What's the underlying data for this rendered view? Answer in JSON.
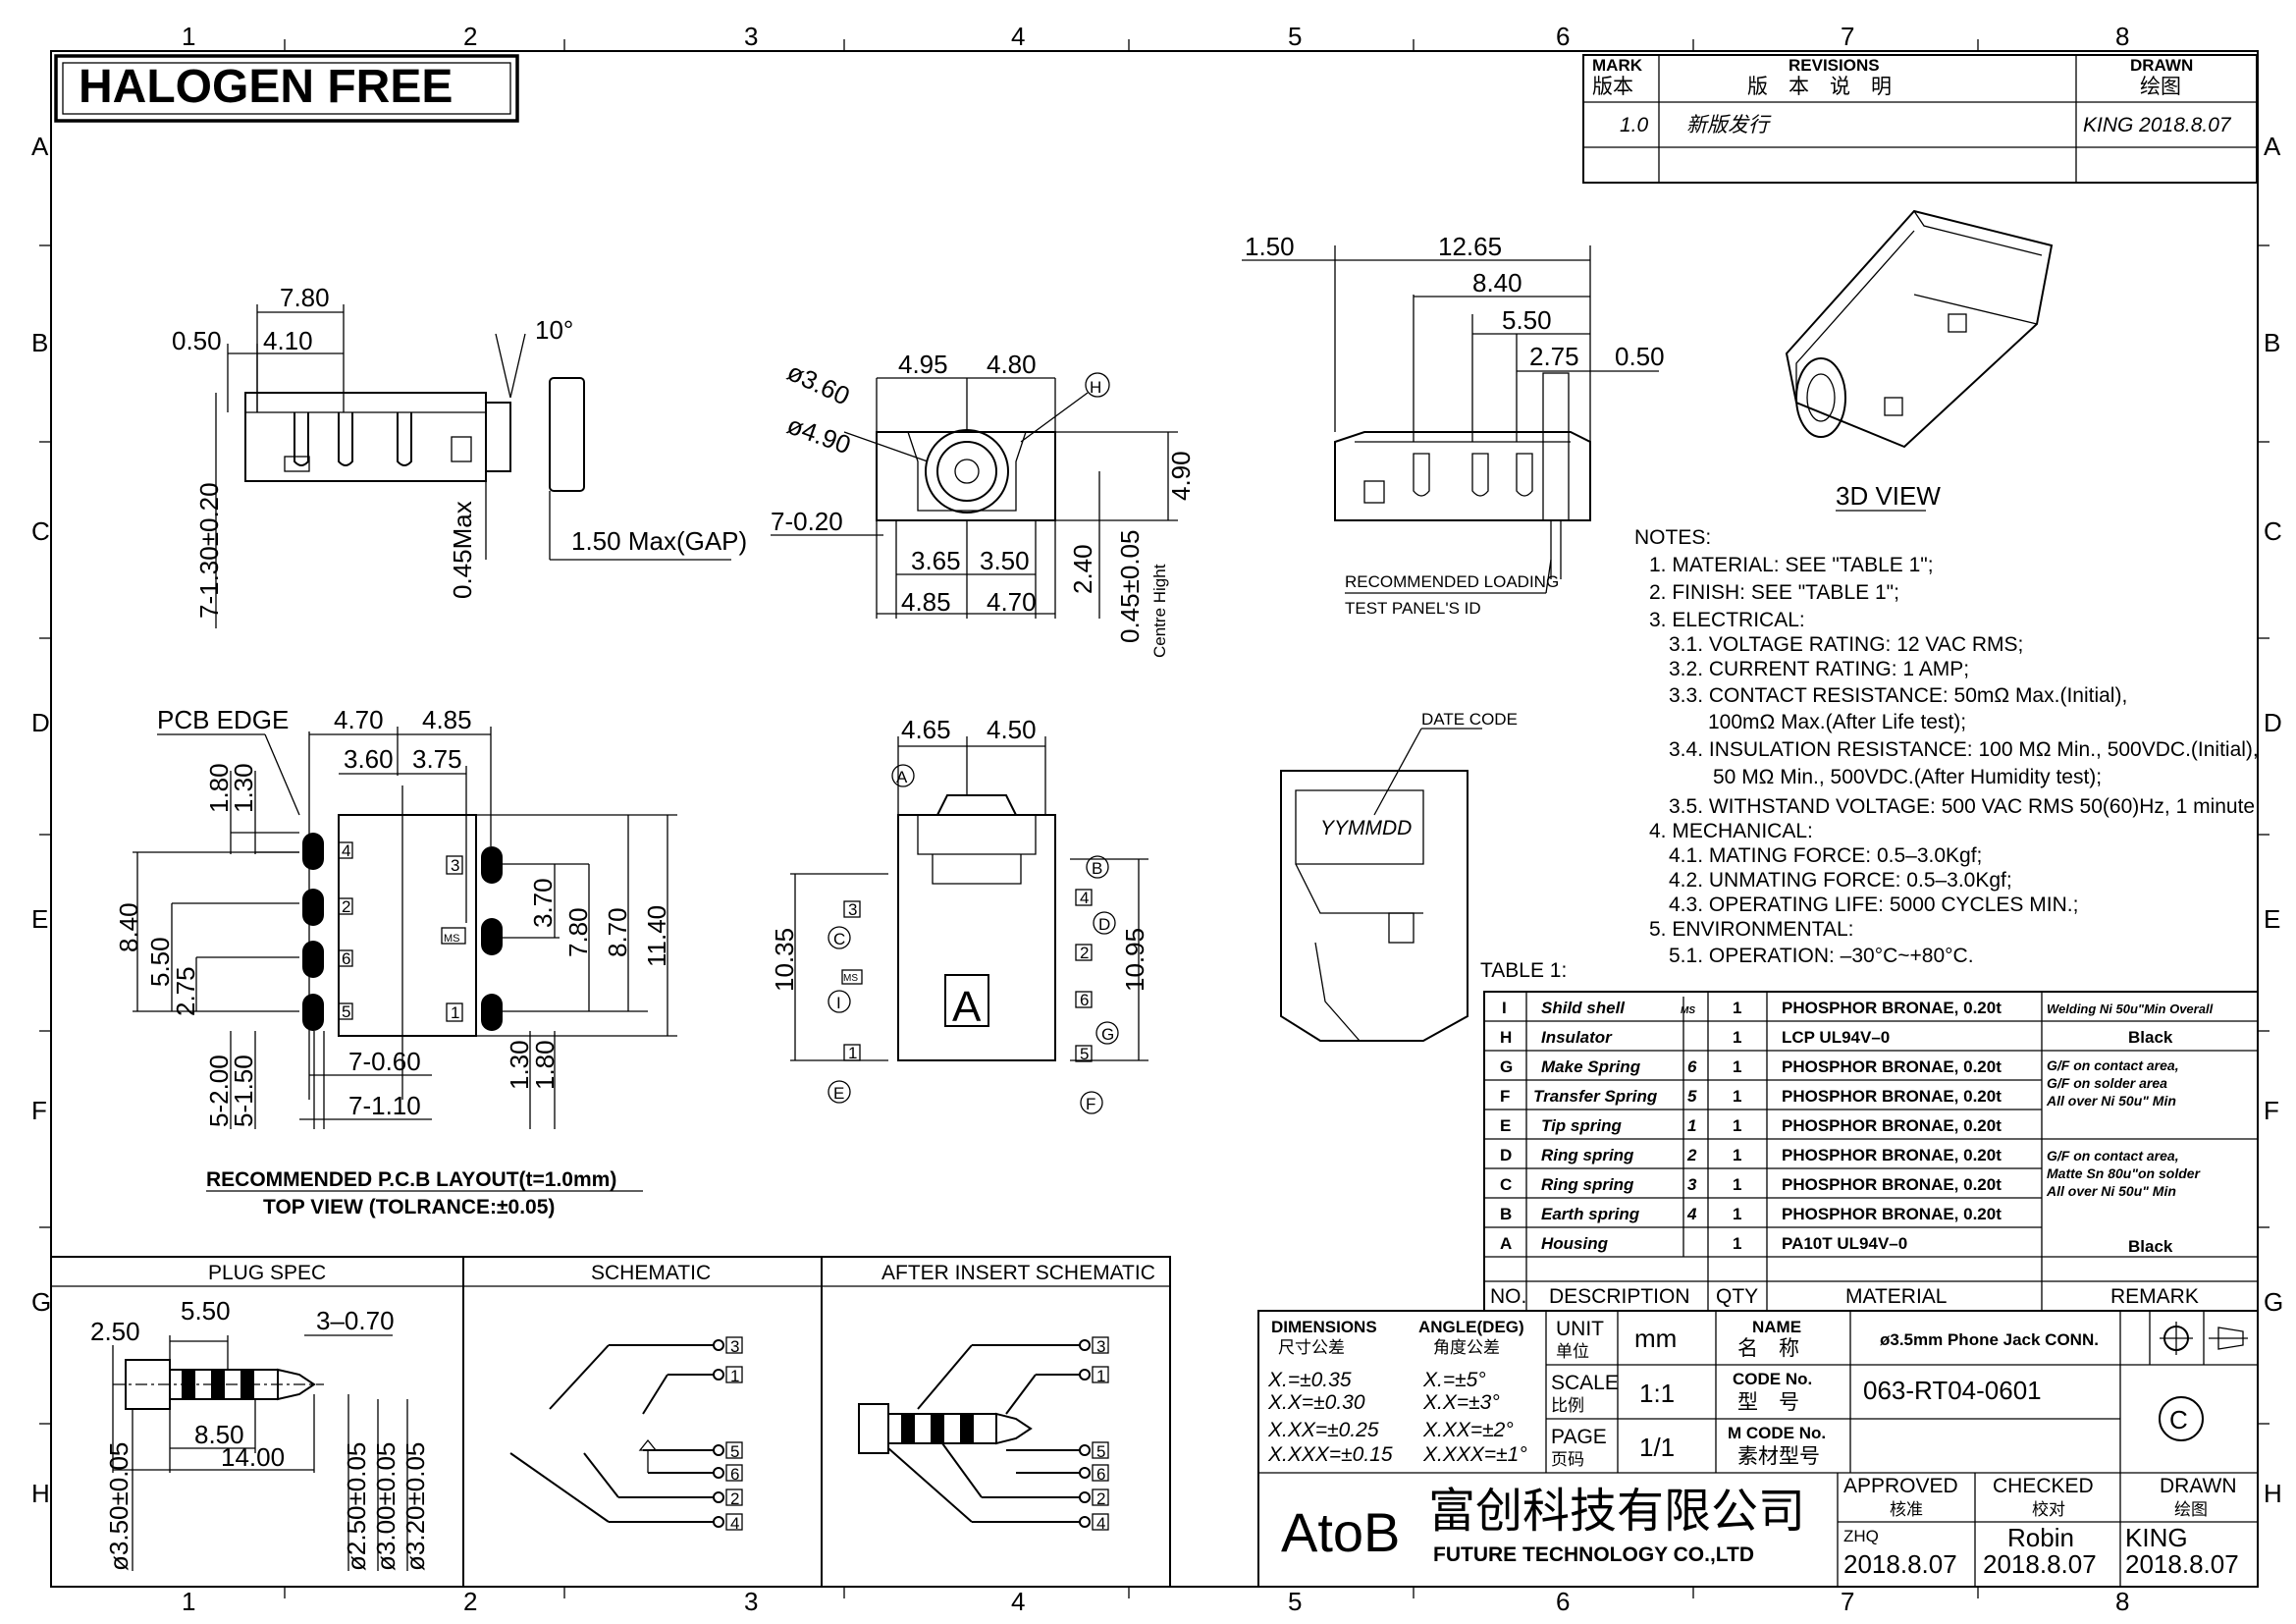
{
  "badge": "HALOGEN FREE",
  "grid": {
    "cols": [
      "1",
      "2",
      "3",
      "4",
      "5",
      "6",
      "7",
      "8"
    ],
    "rows": [
      "A",
      "B",
      "C",
      "D",
      "E",
      "F",
      "G",
      "H"
    ]
  },
  "revision": {
    "h_mark": "MARK",
    "h_mark_cn": "版本",
    "h_rev": "REVISIONS",
    "h_rev_cn": "版　本　说　明",
    "h_drawn": "DRAWN",
    "h_drawn_cn": "绘图",
    "mark": "1.0",
    "desc": "新版发行",
    "drawn": "KING 2018.8.07"
  },
  "side_view": {
    "d1": "7.80",
    "d2": "0.50",
    "d3": "4.10",
    "angle": "10°",
    "d4": "7-1.30±0.20",
    "d5": "0.45Max",
    "d6": "1.50 Max(GAP)"
  },
  "front_view": {
    "d1": "ø3.60",
    "d2": "ø4.90",
    "d3": "4.95",
    "d4": "4.80",
    "d5": "7-0.20",
    "d6": "3.65",
    "d7": "3.50",
    "d8": "4.85",
    "d9": "4.70",
    "d10": "4.90",
    "d11": "2.40",
    "d12": "0.45±0.05",
    "d13": "Centre Hight",
    "h": "H"
  },
  "top_view": {
    "d1": "1.50",
    "d2": "12.65",
    "d3": "8.40",
    "d4": "5.50",
    "d5": "2.75",
    "d6": "0.50",
    "note1": "RECOMMENDED LOADING",
    "note2": "TEST PANEL'S ID"
  },
  "view3d": "3D VIEW",
  "pcb": {
    "edge": "PCB EDGE",
    "d1": "4.70",
    "d2": "4.85",
    "d3": "3.60",
    "d4": "3.75",
    "d5": "1.80",
    "d6": "1.30",
    "d7": "8.40",
    "d8": "5.50",
    "d9": "2.75",
    "d10": "3.70",
    "d11": "7.80",
    "d12": "8.70",
    "d13": "11.40",
    "d14": "7-0.60",
    "d15": "7-1.10",
    "d16": "5-2.00",
    "d17": "5-1.50",
    "d18": "1.30",
    "d19": "1.80",
    "title": "RECOMMENDED  P.C.B  LAYOUT(t=1.0mm)",
    "sub": "TOP  VIEW  (TOLRANCE:±0.05)",
    "pins_left": [
      "4",
      "2",
      "6",
      "5"
    ],
    "pins_right": [
      "3",
      "MS",
      "1"
    ]
  },
  "bottom_view": {
    "d1": "4.65",
    "d2": "4.50",
    "d3": "10.35",
    "d4": "10.95",
    "big": "A",
    "labels": [
      "A",
      "B",
      "C",
      "D",
      "E",
      "F",
      "G",
      "I"
    ],
    "pins": [
      "3",
      "MS",
      "1",
      "4",
      "2",
      "6",
      "5"
    ]
  },
  "datecode": {
    "title": "DATE CODE",
    "text": "YYMMDD"
  },
  "notes": {
    "title": "NOTES:",
    "lines": [
      "1.  MATERIAL:  SEE  \"TABLE 1\";",
      "2.  FINISH:  SEE  \"TABLE 1\";",
      "3.  ELECTRICAL:",
      "3.1.  VOLTAGE  RATING:  12  VAC  RMS;",
      "3.2.  CURRENT  RATING:  1  AMP;",
      "3.3.  CONTACT  RESISTANCE:  50mΩ  Max.(Initial),",
      "100mΩ  Max.(After  Life  test);",
      "3.4.  INSULATION  RESISTANCE:  100  MΩ  Min.,  500VDC.(Initial),",
      "50  MΩ  Min.,  500VDC.(After  Humidity  test);",
      "3.5.  WITHSTAND  VOLTAGE:  500  VAC  RMS  50(60)Hz,  1  minute;",
      "4.  MECHANICAL:",
      "4.1.  MATING  FORCE:  0.5–3.0Kgf;",
      "4.2.  UNMATING  FORCE:  0.5–3.0Kgf;",
      "4.3.  OPERATING  LIFE:  5000  CYCLES  MIN.;",
      "5.  ENVIRONMENTAL:",
      "5.1.  OPERATION:  –30°C~+80°C."
    ]
  },
  "table1": {
    "caption": "TABLE  1:",
    "headers": [
      "NO.",
      "DESCRIPTION",
      "QTY",
      "MATERIAL",
      "REMARK"
    ],
    "rows": [
      {
        "no": "I",
        "desc": "Shild  shell",
        "tag": "MS",
        "qty": "1",
        "mat": "PHOSPHOR  BRONAE,  0.20t",
        "rem": "Welding  Ni  50u\"Min  Overall"
      },
      {
        "no": "H",
        "desc": "Insulator",
        "tag": "",
        "qty": "1",
        "mat": "LCP  UL94V–0",
        "rem": "Black"
      },
      {
        "no": "G",
        "desc": "Make  Spring",
        "tag": "6",
        "qty": "1",
        "mat": "PHOSPHOR  BRONAE,  0.20t",
        "rem": ""
      },
      {
        "no": "F",
        "desc": "Transfer  Spring",
        "tag": "5",
        "qty": "1",
        "mat": "PHOSPHOR  BRONAE,  0.20t",
        "rem": ""
      },
      {
        "no": "E",
        "desc": "Tip  spring",
        "tag": "1",
        "qty": "1",
        "mat": "PHOSPHOR  BRONAE,  0.20t",
        "rem": ""
      },
      {
        "no": "D",
        "desc": "Ring  spring",
        "tag": "2",
        "qty": "1",
        "mat": "PHOSPHOR  BRONAE,  0.20t",
        "rem": ""
      },
      {
        "no": "C",
        "desc": "Ring  spring",
        "tag": "3",
        "qty": "1",
        "mat": "PHOSPHOR  BRONAE,  0.20t",
        "rem": ""
      },
      {
        "no": "B",
        "desc": "Earth  spring",
        "tag": "4",
        "qty": "1",
        "mat": "PHOSPHOR  BRONAE,  0.20t",
        "rem": ""
      },
      {
        "no": "A",
        "desc": "Housing",
        "tag": "",
        "qty": "1",
        "mat": "PA10T  UL94V–0",
        "rem": "Black"
      }
    ],
    "rem_g1": [
      "G/F  on  contact  area,",
      "G/F  on  solder  area",
      "All  over  Ni  50u\"  Min"
    ],
    "rem_g2": [
      "G/F  on  contact  area,",
      "Matte  Sn  80u\"on  solder",
      "All  over  Ni  50u\"  Min"
    ]
  },
  "plug": {
    "title": "PLUG  SPEC",
    "d1": "2.50",
    "d2": "5.50",
    "d3": "3–0.70",
    "d4": "8.50",
    "d5": "14.00",
    "d6": "ø3.50±0.05",
    "d7": "ø2.50±0.05",
    "d8": "ø3.00±0.05",
    "d9": "ø3.20±0.05"
  },
  "schematic": {
    "title": "SCHEMATIC",
    "pins": [
      "3",
      "1",
      "5",
      "6",
      "2",
      "4"
    ]
  },
  "after": {
    "title": "AFTER  INSERT  SCHEMATIC",
    "pins": [
      "3",
      "1",
      "5",
      "6",
      "2",
      "4"
    ]
  },
  "titleblock": {
    "dim_title": "DIMENSIONS",
    "dim_cn": "尺寸公差",
    "ang_title": "ANGLE(DEG)",
    "ang_cn": "角度公差",
    "tol": [
      "X.=±0.35",
      "X.X=±0.30",
      "X.XX=±0.25",
      "X.XXX=±0.15"
    ],
    "ang": [
      "X.=±5°",
      "X.X=±3°",
      "X.XX=±2°",
      "X.XXX=±1°"
    ],
    "unit_l": "UNIT",
    "unit_cn": "单位",
    "unit": "mm",
    "scale_l": "SCALE",
    "scale_cn": "比例",
    "scale": "1:1",
    "page_l": "PAGE",
    "page_cn": "页码",
    "page": "1/1",
    "name_l": "NAME",
    "name_cn": "名　称",
    "name": "ø3.5mm  Phone  Jack  CONN.",
    "code_l": "CODE  No.",
    "code_cn": "型　号",
    "code": "063-RT04-0601",
    "mcode_l": "M  CODE  No.",
    "mcode_cn": "素材型号",
    "logo": "AtoB",
    "company_cn": "富创科技有限公司",
    "company_en": "FUTURE  TECHNOLOGY  CO.,LTD",
    "approved_l": "APPROVED",
    "approved_cn": "核准",
    "approved": "ZHQ",
    "approved_date": "2018.8.07",
    "checked_l": "CHECKED",
    "checked_cn": "校对",
    "checked": "Robin",
    "checked_date": "2018.8.07",
    "drawn_l": "DRAWN",
    "drawn_cn": "绘图",
    "drawn": "KING",
    "drawn_date": "2018.8.07",
    "copyright": "C"
  }
}
